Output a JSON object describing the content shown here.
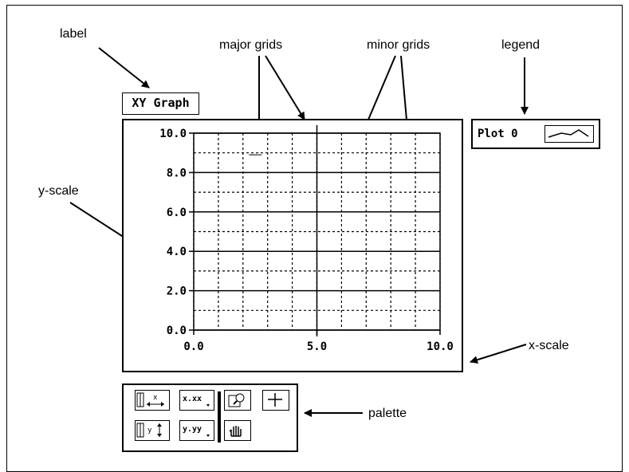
{
  "annotations": {
    "label": "label",
    "major_grids": "major grids",
    "minor_grids": "minor grids",
    "legend": "legend",
    "y_scale": "y-scale",
    "x_scale": "x-scale",
    "palette": "palette"
  },
  "graph": {
    "label": "XY Graph",
    "x_ticks": [
      "0.0",
      "5.0",
      "10.0"
    ],
    "y_ticks": [
      "10.0",
      "8.0",
      "6.0",
      "4.0",
      "2.0",
      "0.0"
    ],
    "xlim": [
      0,
      10
    ],
    "ylim": [
      0,
      10
    ]
  },
  "legend": {
    "plot_name": "Plot 0"
  },
  "palette": {
    "x_format": "x.xx",
    "y_format": "y.yy",
    "tools": [
      "x-scale-lock",
      "x-format",
      "zoom",
      "crosshair",
      "y-scale-lock",
      "y-format",
      "pan"
    ]
  },
  "colors": {
    "line": "#000000",
    "background": "#ffffff"
  }
}
